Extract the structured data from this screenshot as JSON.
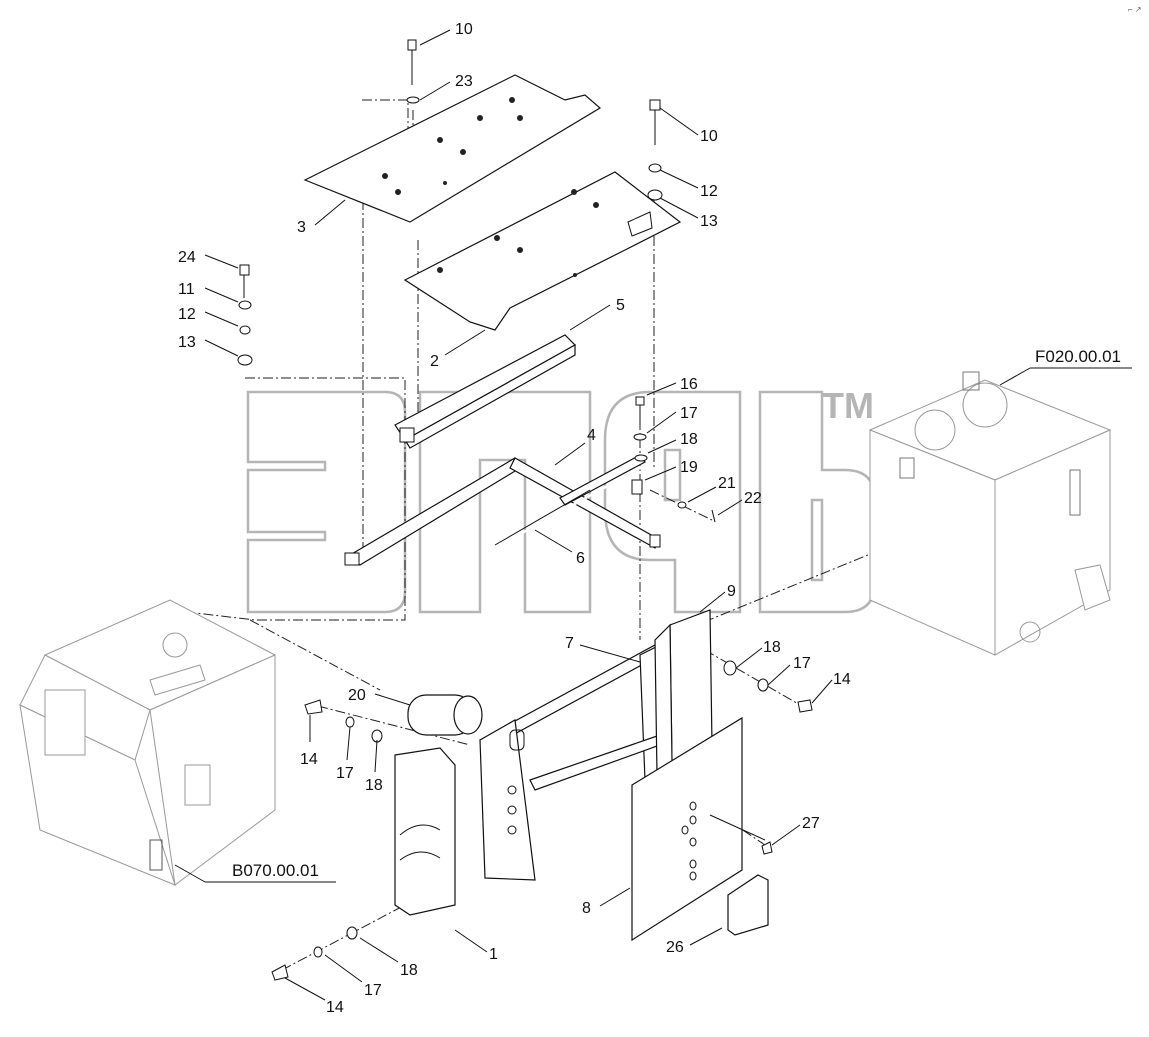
{
  "watermark": {
    "brand": "эпсь",
    "trademark": "TM"
  },
  "references": {
    "cabin": "B070.00.01",
    "tank": "F020.00.01"
  },
  "callouts": [
    {
      "id": "c1",
      "text": "1"
    },
    {
      "id": "c2",
      "text": "2"
    },
    {
      "id": "c3",
      "text": "3"
    },
    {
      "id": "c4",
      "text": "4"
    },
    {
      "id": "c5",
      "text": "5"
    },
    {
      "id": "c6",
      "text": "6"
    },
    {
      "id": "c7",
      "text": "7"
    },
    {
      "id": "c8",
      "text": "8"
    },
    {
      "id": "c9",
      "text": "9"
    },
    {
      "id": "c10a",
      "text": "10"
    },
    {
      "id": "c10b",
      "text": "10"
    },
    {
      "id": "c11",
      "text": "11"
    },
    {
      "id": "c12a",
      "text": "12"
    },
    {
      "id": "c12b",
      "text": "12"
    },
    {
      "id": "c13a",
      "text": "13"
    },
    {
      "id": "c13b",
      "text": "13"
    },
    {
      "id": "c14a",
      "text": "14"
    },
    {
      "id": "c14b",
      "text": "14"
    },
    {
      "id": "c14c",
      "text": "14"
    },
    {
      "id": "c16",
      "text": "16"
    },
    {
      "id": "c17a",
      "text": "17"
    },
    {
      "id": "c17b",
      "text": "17"
    },
    {
      "id": "c17c",
      "text": "17"
    },
    {
      "id": "c17d",
      "text": "17"
    },
    {
      "id": "c18a",
      "text": "18"
    },
    {
      "id": "c18b",
      "text": "18"
    },
    {
      "id": "c18c",
      "text": "18"
    },
    {
      "id": "c18d",
      "text": "18"
    },
    {
      "id": "c19",
      "text": "19"
    },
    {
      "id": "c20",
      "text": "20"
    },
    {
      "id": "c21",
      "text": "21"
    },
    {
      "id": "c22",
      "text": "22"
    },
    {
      "id": "c23",
      "text": "23"
    },
    {
      "id": "c24",
      "text": "24"
    },
    {
      "id": "c26",
      "text": "26"
    },
    {
      "id": "c27",
      "text": "27"
    }
  ]
}
